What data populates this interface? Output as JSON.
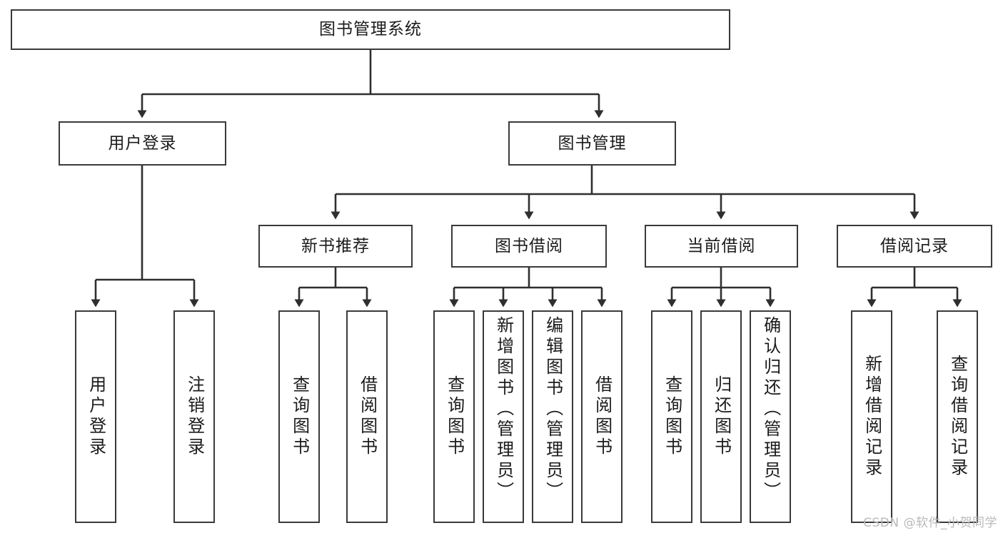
{
  "diagram": {
    "type": "tree",
    "title": "图书管理系统",
    "orientation": "top-down",
    "levels": 4,
    "colors": {
      "box_border": "#3a3a3a",
      "box_fill": "#ffffff",
      "connector": "#2f2f2f",
      "text": "#1b1b1b",
      "watermark": "#b9b9b9",
      "background": "#ffffff"
    },
    "root": {
      "id": "root",
      "label": "图书管理系统"
    },
    "level2": [
      {
        "id": "user-login",
        "label": "用户登录"
      },
      {
        "id": "book-manage",
        "label": "图书管理"
      }
    ],
    "level3": [
      {
        "id": "new-book-rec",
        "label": "新书推荐",
        "parent": "book-manage"
      },
      {
        "id": "book-borrow",
        "label": "图书借阅",
        "parent": "book-manage"
      },
      {
        "id": "current-borrow",
        "label": "当前借阅",
        "parent": "book-manage"
      },
      {
        "id": "borrow-record",
        "label": "借阅记录",
        "parent": "book-manage"
      }
    ],
    "leaves": [
      {
        "id": "leaf-user-login",
        "label": "用户登录",
        "parent": "user-login"
      },
      {
        "id": "leaf-logout-login",
        "label": "注销登录",
        "parent": "user-login"
      },
      {
        "id": "leaf-query-book-1",
        "label": "查询图书",
        "parent": "new-book-rec"
      },
      {
        "id": "leaf-borrow-book-1",
        "label": "借阅图书",
        "parent": "new-book-rec"
      },
      {
        "id": "leaf-query-book-2",
        "label": "查询图书",
        "parent": "book-borrow"
      },
      {
        "id": "leaf-add-book",
        "label": "新增图书（管理员）",
        "parent": "book-borrow"
      },
      {
        "id": "leaf-edit-book",
        "label": "编辑图书（管理员）",
        "parent": "book-borrow"
      },
      {
        "id": "leaf-borrow-book-2",
        "label": "借阅图书",
        "parent": "book-borrow"
      },
      {
        "id": "leaf-query-book-3",
        "label": "查询图书",
        "parent": "current-borrow"
      },
      {
        "id": "leaf-return-book",
        "label": "归还图书",
        "parent": "current-borrow"
      },
      {
        "id": "leaf-confirm-return",
        "label": "确认归还（管理员）",
        "parent": "current-borrow"
      },
      {
        "id": "leaf-add-record",
        "label": "新增借阅记录",
        "parent": "borrow-record"
      },
      {
        "id": "leaf-query-record",
        "label": "查询借阅记录",
        "parent": "borrow-record"
      }
    ]
  },
  "watermark": {
    "text": "CSDN @软件_小贺同学"
  }
}
